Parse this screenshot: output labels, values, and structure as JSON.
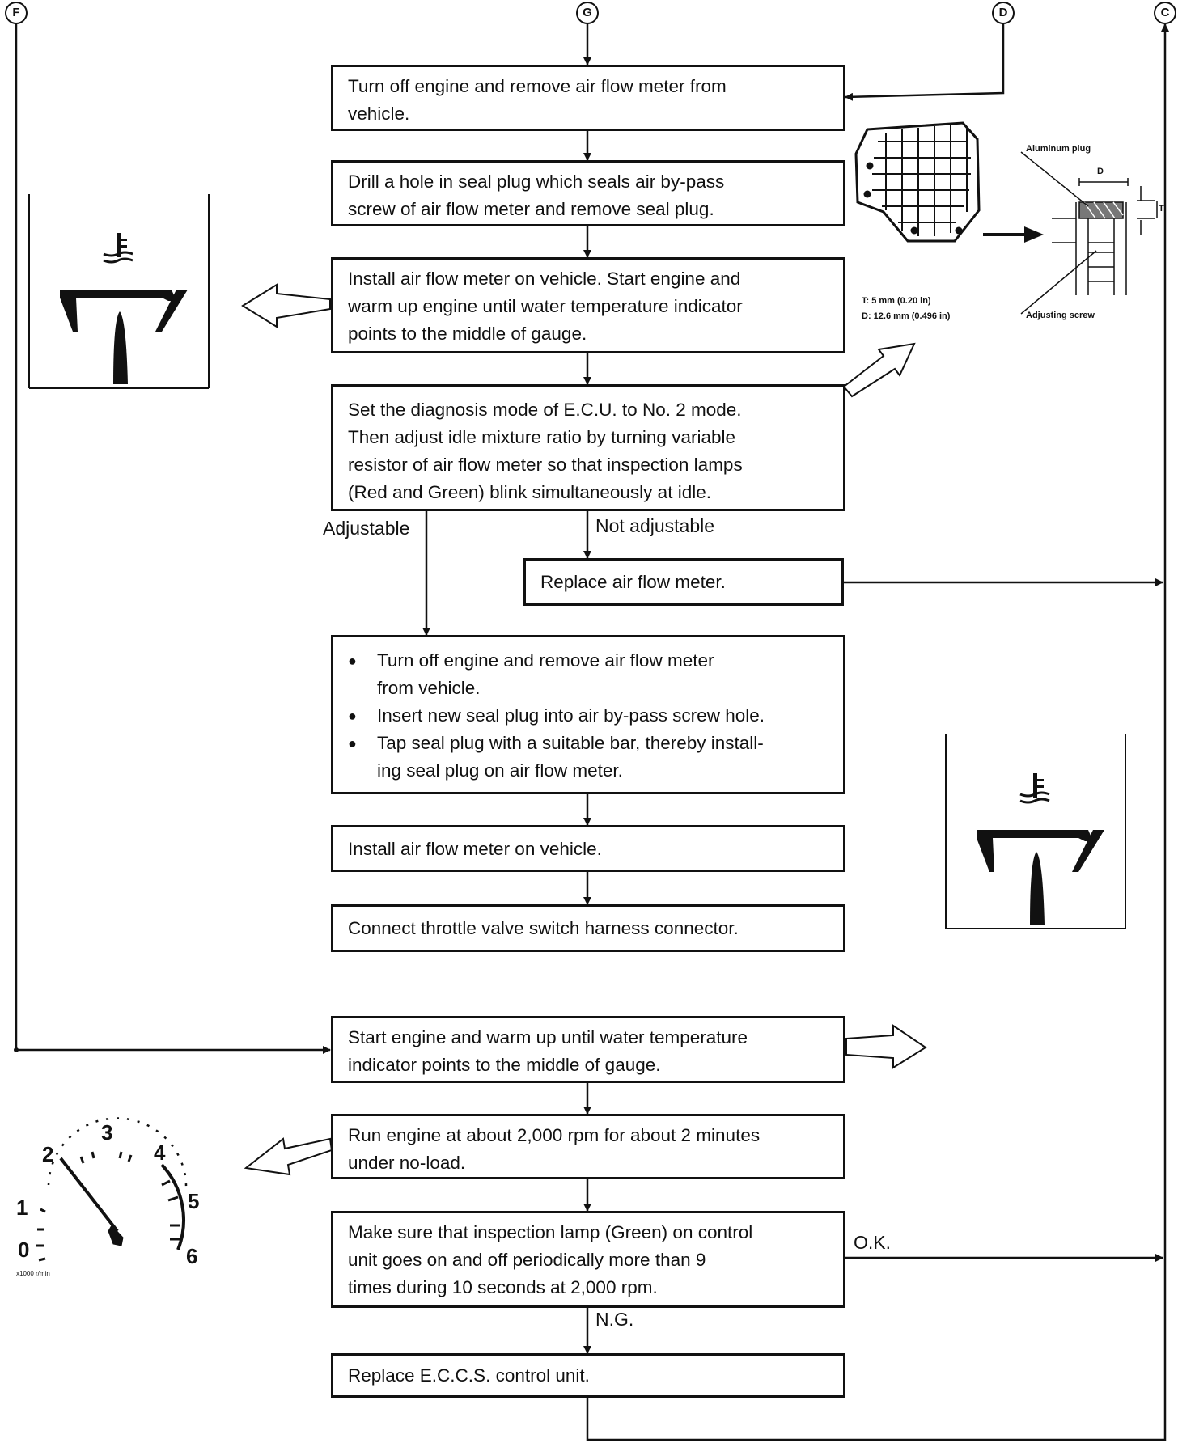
{
  "connectors": {
    "f": "F",
    "g": "G",
    "d": "D",
    "c": "C"
  },
  "steps": {
    "s1": [
      "Turn off engine and remove air flow meter from",
      "vehicle."
    ],
    "s2": [
      "Drill a hole in seal plug which seals air by-pass",
      "screw of air flow meter and remove seal plug."
    ],
    "s3": [
      "Install air flow meter on vehicle. Start engine and",
      "warm up engine until water temperature indicator",
      "points to the middle of gauge."
    ],
    "s4": [
      "Set the diagnosis mode of E.C.U. to No. 2 mode.",
      "Then adjust idle mixture ratio by turning variable",
      "resistor of air flow meter so that inspection lamps",
      "(Red and Green) blink simultaneously at idle."
    ],
    "s5": [
      "Replace air flow meter."
    ],
    "s6": [
      "Turn off engine and remove air flow meter",
      "from vehicle.",
      "Insert new seal plug into air by-pass screw hole.",
      "Tap seal plug with a suitable bar, thereby install-",
      "ing seal plug on air flow meter."
    ],
    "s7": [
      "Install air flow meter on vehicle."
    ],
    "s8": [
      "Connect throttle valve switch harness connector."
    ],
    "s9": [
      "Start engine and warm up until water temperature",
      "indicator points to the middle of gauge."
    ],
    "s10": [
      "Run engine at about 2,000 rpm for about 2 minutes",
      "under no-load."
    ],
    "s11": [
      "Make sure that inspection lamp (Green) on control",
      "unit goes on and off periodically more than 9",
      "times during 10 seconds at 2,000 rpm."
    ],
    "s12": [
      "Replace E.C.C.S. control unit."
    ]
  },
  "branch_labels": {
    "adjustable": "Adjustable",
    "not_adjustable": "Not adjustable",
    "ok": "O.K.",
    "ng": "N.G."
  },
  "seal_figure": {
    "aluminum_plug": "Aluminum plug",
    "adjusting_screw": "Adjusting screw",
    "dim_d_letter": "D",
    "dim_t_letter": "T",
    "spec_t": "T:   5 mm (0.20 in)",
    "spec_d": "D:   12.6 mm (0.496 in)"
  },
  "tachometer": {
    "scale": [
      "0",
      "1",
      "2",
      "3",
      "4",
      "5",
      "6"
    ],
    "unit": "x1000 r/min",
    "needle_value": 2
  }
}
